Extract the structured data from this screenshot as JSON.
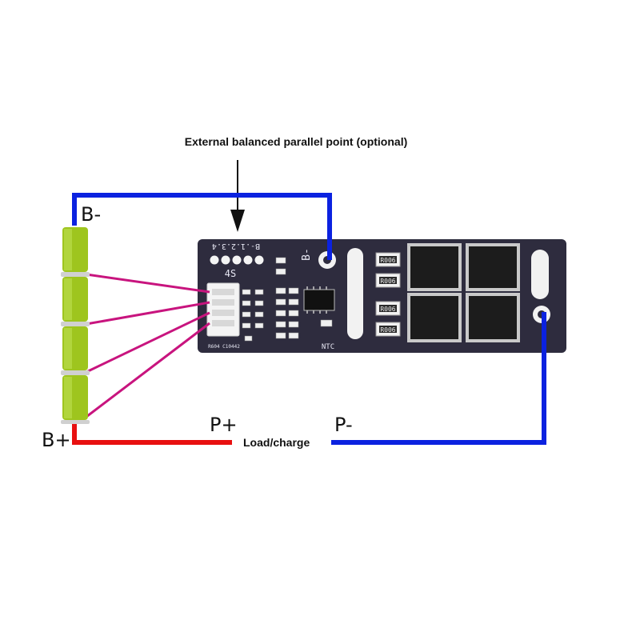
{
  "labels": {
    "balance_note": "External balanced parallel point (optional)",
    "b_minus": "B-",
    "b_plus": "B+",
    "p_plus": "P+",
    "p_minus": "P-",
    "load_charge": "Load/charge"
  },
  "board": {
    "pin_silk": "B-.1.2.3.4",
    "series_mark": "4S",
    "b_minus_pad": "B-",
    "ntc_label": "NTC",
    "resistor_code": "R006",
    "connector_silk": "R604 C10442"
  },
  "battery": {
    "cells": 4
  },
  "colors": {
    "negative_wire": "#0b22e0",
    "positive_wire": "#e81010",
    "balance_wires": "#c8147e",
    "board": "#2e2c3e",
    "cell": "#9ec51e"
  }
}
